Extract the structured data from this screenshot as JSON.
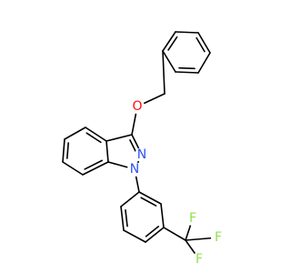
{
  "structure": {
    "atoms": [
      {
        "id": "O1",
        "symbol": "O",
        "color": "#ff0d0d"
      },
      {
        "id": "N2",
        "symbol": "N",
        "color": "#3050f8"
      },
      {
        "id": "N1",
        "symbol": "N",
        "color": "#3050f8"
      },
      {
        "id": "F1",
        "symbol": "F",
        "color": "#90e050"
      },
      {
        "id": "F2",
        "symbol": "F",
        "color": "#90e050"
      },
      {
        "id": "F3",
        "symbol": "F",
        "color": "#90e050"
      }
    ],
    "bond_color": "#000000"
  }
}
